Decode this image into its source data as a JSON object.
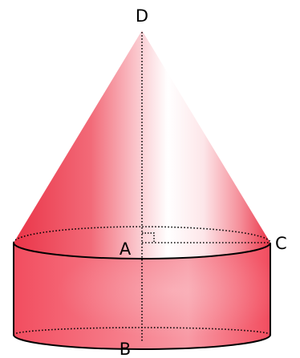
{
  "labels": {
    "apex": "D",
    "top_center": "A",
    "rim_point": "C",
    "bottom_center": "B"
  },
  "colors": {
    "body_red": "#f0485a",
    "dark_red": "#e8283c",
    "light_red": "#fbc6cc",
    "highlight": "#ffffff",
    "outline": "#000000"
  }
}
